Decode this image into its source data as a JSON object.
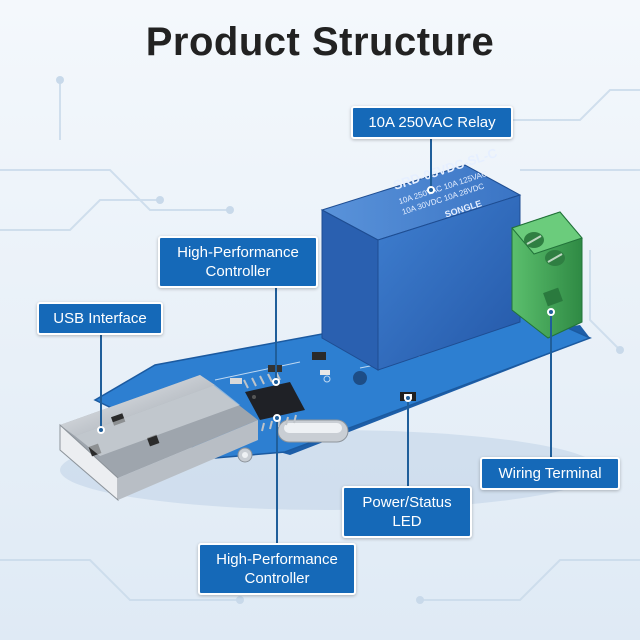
{
  "title": "Product Structure",
  "callouts": {
    "relay": {
      "line1": "10A 250VAC Relay"
    },
    "controller_top": {
      "line1": "High-Performance",
      "line2": "Controller"
    },
    "usb": {
      "line1": "USB Interface"
    },
    "terminal": {
      "line1": "Wiring Terminal"
    },
    "led": {
      "line1": "Power/Status",
      "line2": "LED"
    },
    "controller_bottom": {
      "line1": "High-Performance",
      "line2": "Controller"
    }
  },
  "relay_markings": {
    "model": "SRD-05VDC-SL-C",
    "brand": "SONGLE",
    "rating_line1": "10A 250VAC  10A 125VAC",
    "rating_line2": "10A 30VDC  10A 28VDC"
  },
  "colors": {
    "pcb": "#2d7fd1",
    "relay": "#2f6fc4",
    "terminal": "#43a357",
    "callout": "#1569b8",
    "usb_metal": "#c9ced3"
  }
}
